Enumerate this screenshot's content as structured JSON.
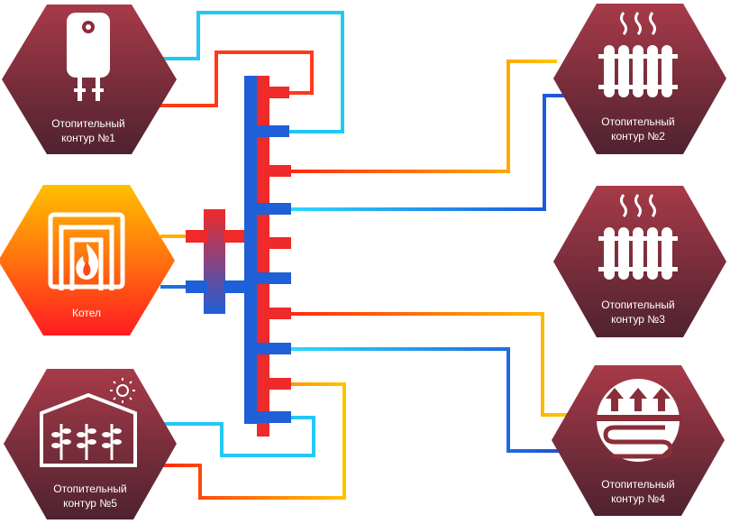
{
  "nodes": {
    "boiler": {
      "label": "Котел",
      "icon": "boiler-fire-icon"
    },
    "circuit1": {
      "label_line1": "Отопительный",
      "label_line2": "контур №1",
      "icon": "water-heater-icon"
    },
    "circuit2": {
      "label_line1": "Отопительный",
      "label_line2": "контур №2",
      "icon": "radiator-icon"
    },
    "circuit3": {
      "label_line1": "Отопительный",
      "label_line2": "контур №3",
      "icon": "radiator-icon"
    },
    "circuit4": {
      "label_line1": "Отопительный",
      "label_line2": "контур №4",
      "icon": "underfloor-heating-icon"
    },
    "circuit5": {
      "label_line1": "Отопительный",
      "label_line2": "контур №5",
      "icon": "greenhouse-icon"
    }
  },
  "colors": {
    "hot": "#ef2a2a",
    "cold": "#1f5fd8",
    "hex_dark": "#5b2431",
    "hex_light": "#a33a46",
    "boiler_top": "#ffb400",
    "boiler_bottom": "#ff1a1a"
  }
}
